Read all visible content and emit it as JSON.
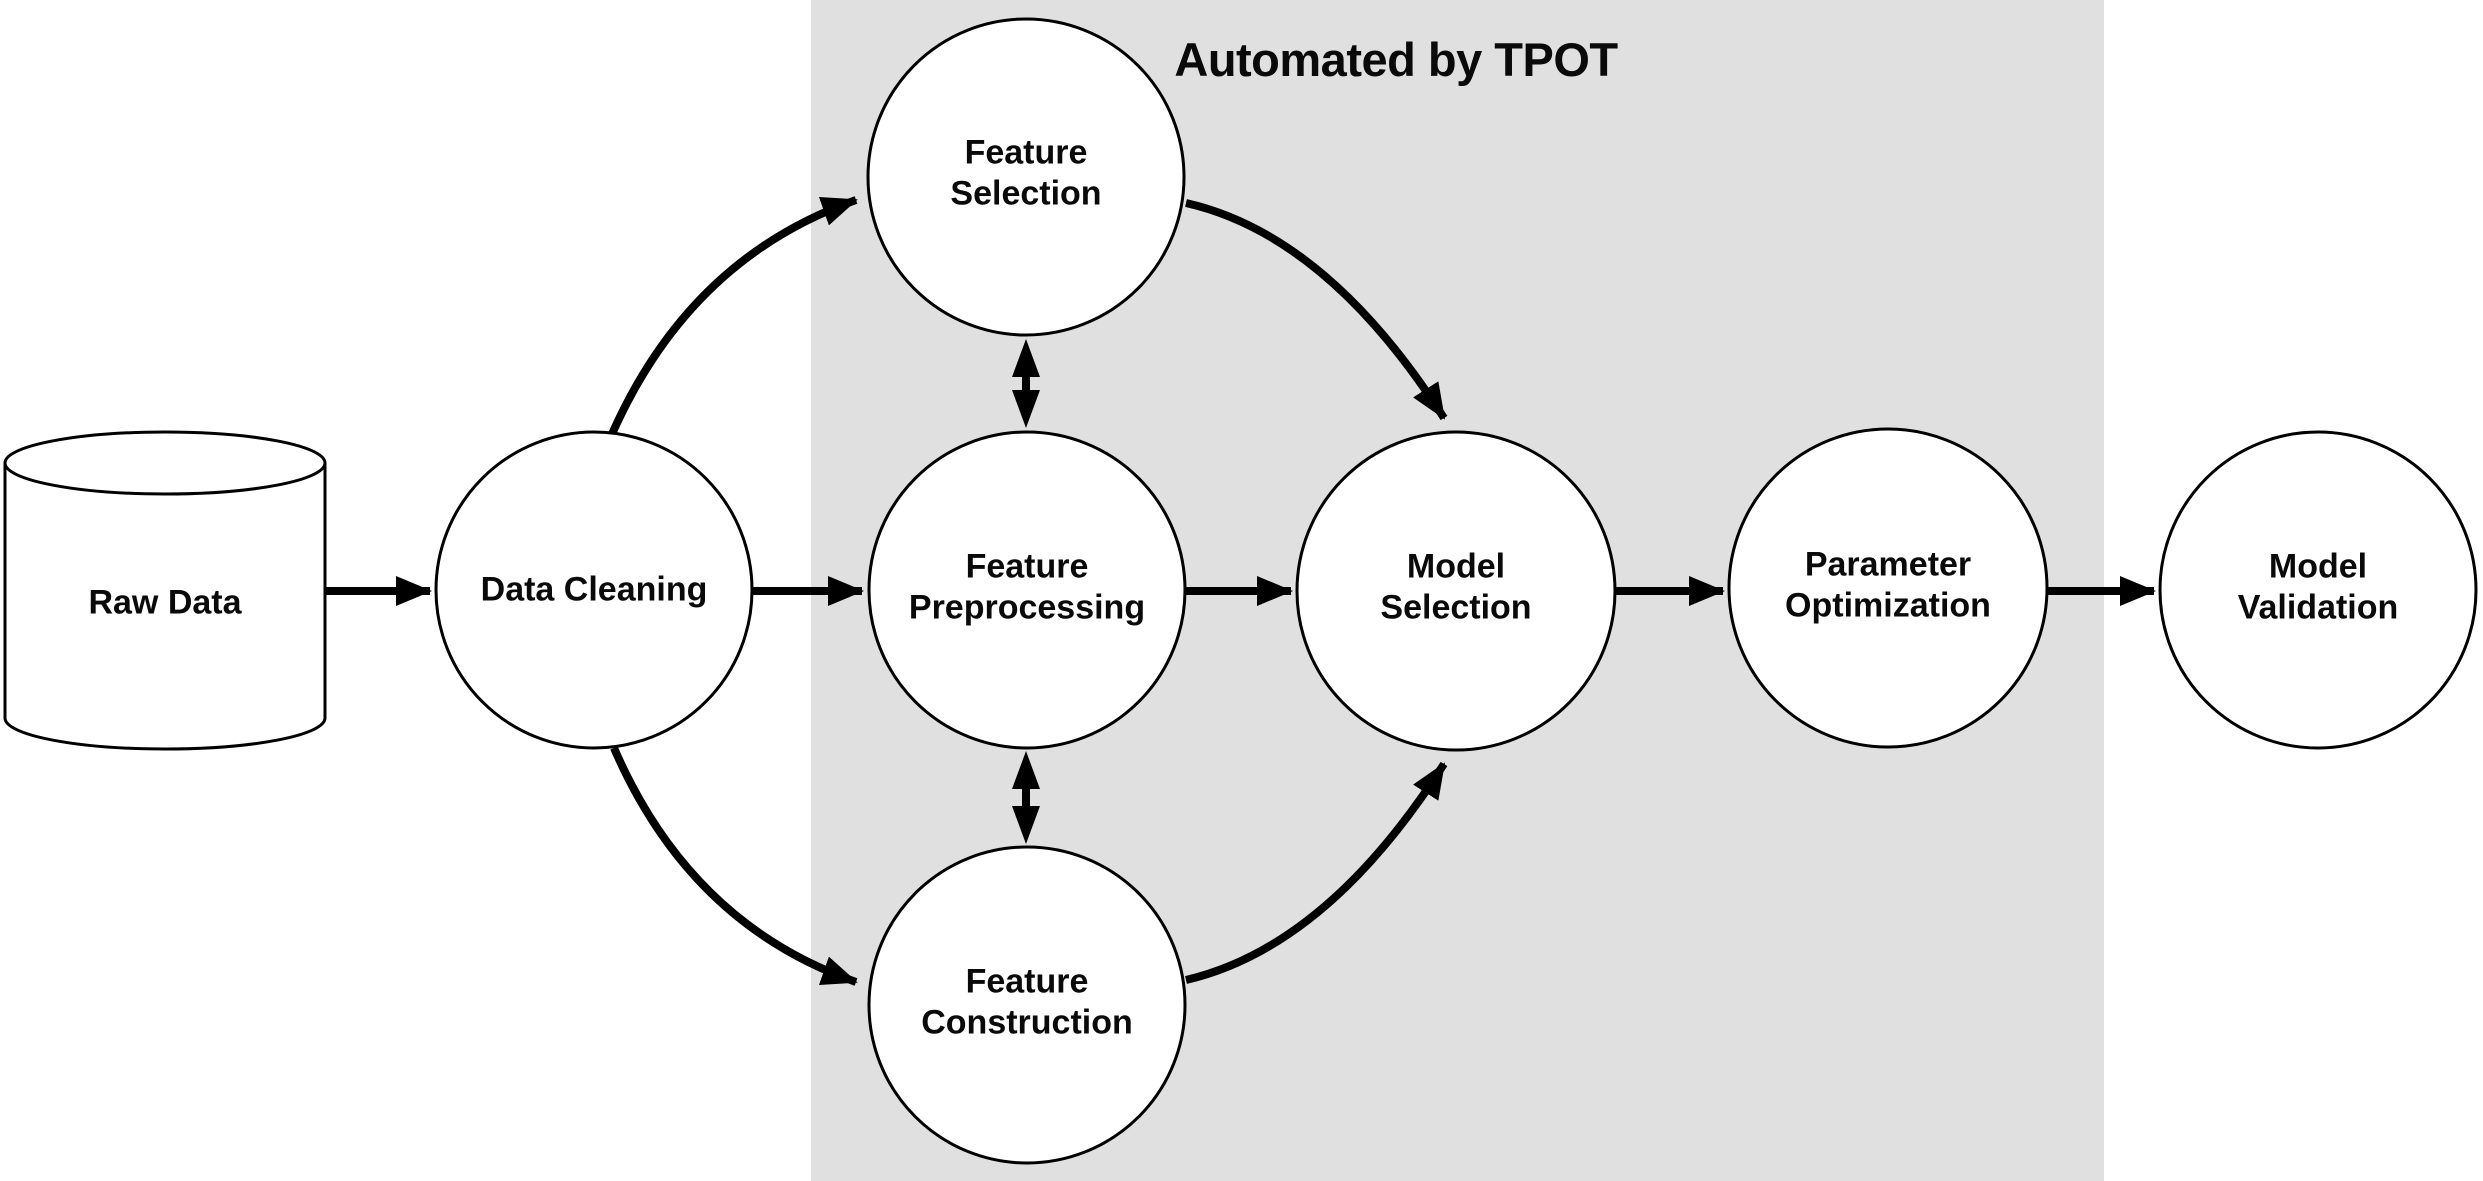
{
  "annotation": {
    "automated_region_label": "Automated by TPOT"
  },
  "colors": {
    "automated_region_background": "#e0e0e0",
    "node_fill": "#ffffff",
    "stroke": "#000000",
    "text": "#0a0a0a"
  },
  "nodes": {
    "raw_data": {
      "label": "Raw Data",
      "shape": "cylinder"
    },
    "data_cleaning": {
      "label": "Data Cleaning",
      "shape": "circle"
    },
    "feature_selection": {
      "label": "Feature\nSelection",
      "shape": "circle"
    },
    "feature_preprocessing": {
      "label": "Feature\nPreprocessing",
      "shape": "circle"
    },
    "feature_construction": {
      "label": "Feature\nConstruction",
      "shape": "circle"
    },
    "model_selection": {
      "label": "Model\nSelection",
      "shape": "circle"
    },
    "parameter_optimization": {
      "label": "Parameter\nOptimization",
      "shape": "circle"
    },
    "model_validation": {
      "label": "Model\nValidation",
      "shape": "circle"
    }
  },
  "edges": [
    {
      "from": "Raw Data",
      "to": "Data Cleaning",
      "type": "arrow"
    },
    {
      "from": "Data Cleaning",
      "to": "Feature Selection",
      "type": "arrow",
      "style": "curved"
    },
    {
      "from": "Data Cleaning",
      "to": "Feature Preprocessing",
      "type": "arrow",
      "style": "straight"
    },
    {
      "from": "Data Cleaning",
      "to": "Feature Construction",
      "type": "arrow",
      "style": "curved"
    },
    {
      "from": "Feature Selection",
      "to": "Feature Preprocessing",
      "type": "double-arrow",
      "style": "straight"
    },
    {
      "from": "Feature Preprocessing",
      "to": "Feature Construction",
      "type": "double-arrow",
      "style": "straight"
    },
    {
      "from": "Feature Selection",
      "to": "Model Selection",
      "type": "arrow",
      "style": "curved"
    },
    {
      "from": "Feature Preprocessing",
      "to": "Model Selection",
      "type": "arrow",
      "style": "straight"
    },
    {
      "from": "Feature Construction",
      "to": "Model Selection",
      "type": "arrow",
      "style": "curved"
    },
    {
      "from": "Model Selection",
      "to": "Parameter Optimization",
      "type": "arrow",
      "style": "straight"
    },
    {
      "from": "Parameter Optimization",
      "to": "Model Validation",
      "type": "arrow",
      "style": "straight"
    }
  ]
}
